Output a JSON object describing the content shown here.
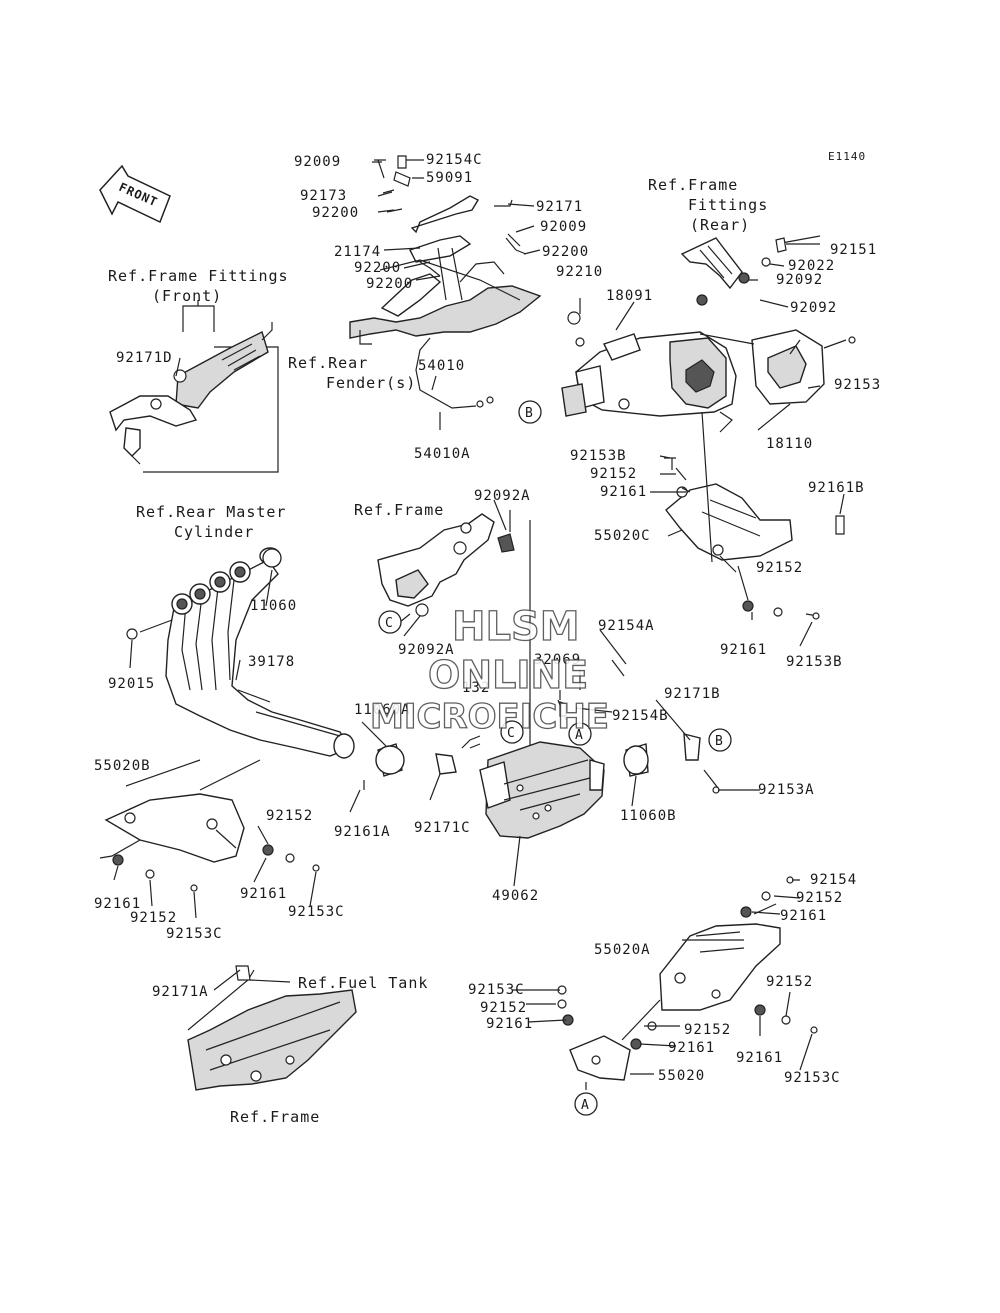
{
  "diagram_code": "E1140",
  "front_arrow": "FRONT",
  "watermark": [
    "HLSM",
    "ONLINE",
    "MICROFICHE"
  ],
  "refs": {
    "frame_fittings_front_1": "Ref.Frame Fittings",
    "frame_fittings_front_2": "(Front)",
    "rear_master_1": "Ref.Rear Master",
    "rear_master_2": "Cylinder",
    "rear_fender_1": "Ref.Rear",
    "rear_fender_2": "Fender(s)",
    "frame_fittings_rear_1": "Ref.Frame",
    "frame_fittings_rear_2": "Fittings",
    "frame_fittings_rear_3": "(Rear)",
    "frame_mid": "Ref.Frame",
    "fuel_tank": "Ref.Fuel Tank",
    "frame_bottom": "Ref.Frame"
  },
  "callouts": {
    "a": "A",
    "b": "B",
    "c": "C"
  },
  "labels": {
    "l92009a": "92009",
    "l92154c": "92154C",
    "l59091": "59091",
    "l92173": "92173",
    "l92200a": "92200",
    "l92171": "92171",
    "l92009b": "92009",
    "l21174": "21174",
    "l92200b": "92200",
    "l92200c": "92200",
    "l92200d": "92200",
    "l92210": "92210",
    "l18091": "18091",
    "l92092a": "92092",
    "l92092b": "92092",
    "l92151": "92151",
    "l92022": "92022",
    "l92171d": "92171D",
    "l54010": "54010",
    "l54010a": "54010A",
    "l92153": "92153",
    "l18110": "18110",
    "l92153b": "92153B",
    "l92152a": "92152",
    "l92161a": "92161",
    "l92161b": "92161B",
    "l55020c": "55020C",
    "l92092a2": "92092A",
    "l92152b": "92152",
    "l92161c": "92161",
    "l92153b2": "92153B",
    "l11060": "11060",
    "l92092a3": "92092A",
    "l92154a": "92154A",
    "l32069": "32069",
    "l92015": "92015",
    "l39178": "39178",
    "l132": "132",
    "l92171b": "92171B",
    "l11060a": "11060A",
    "l92154b": "92154B",
    "l55020b": "55020B",
    "l92153a": "92153A",
    "l92161a2": "92161A",
    "l92171c": "92171C",
    "l11060b": "11060B",
    "l92152c": "92152",
    "l49062": "49062",
    "l92161d": "92161",
    "l92153c": "92153C",
    "l92161e": "92161",
    "l92152d": "92152",
    "l92153c2": "92153C",
    "l92154": "92154",
    "l92152e": "92152",
    "l92161f": "92161",
    "l55020a": "55020A",
    "l92171a": "92171A",
    "l92153c3": "92153C",
    "l92152f": "92152",
    "l92161g": "92161",
    "l92152g": "92152",
    "l92161h": "92161",
    "l92152h": "92152",
    "l55020": "55020",
    "l92161i": "92161",
    "l92153c4": "92153C"
  }
}
